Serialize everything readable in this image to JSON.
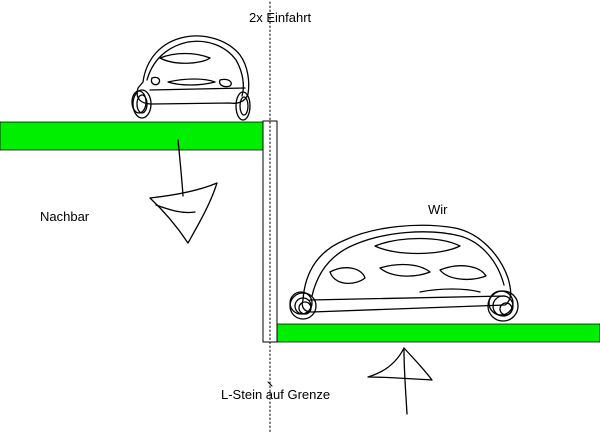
{
  "labels": {
    "einfahrt": "2x  Einfahrt",
    "nachbar": "Nachbar",
    "wir": "Wir",
    "l_stein": "L-Stein auf Grenze"
  },
  "colors": {
    "ground": "#00ee00",
    "stroke": "#000000",
    "background": "#ffffff"
  }
}
